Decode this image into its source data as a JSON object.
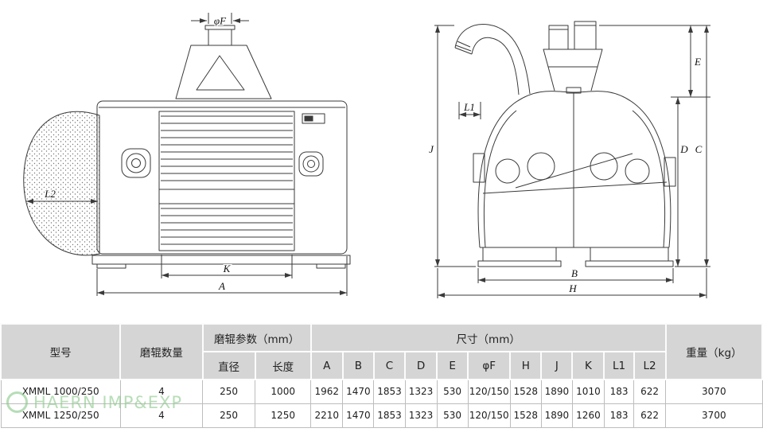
{
  "watermark": {
    "text": "HAERN IMP&EXP"
  },
  "drawings": {
    "side_view": {
      "phiF": "φF",
      "L2": "L2",
      "K": "K",
      "A": "A"
    },
    "front_view": {
      "L1": "L1",
      "J": "J",
      "E": "E",
      "D": "D",
      "C": "C",
      "B": "B",
      "H": "H"
    }
  },
  "table": {
    "headers": {
      "model": "型号",
      "roller_count": "磨辊数量",
      "roller_params": "磨辊参数（mm）",
      "diameter": "直径",
      "length": "长度",
      "dimensions": "尺寸（mm）",
      "dims": [
        "A",
        "B",
        "C",
        "D",
        "E",
        "φF",
        "H",
        "J",
        "K",
        "L1",
        "L2"
      ],
      "weight": "重量（kg）"
    },
    "rows": [
      [
        "XMML 1000/250",
        "4",
        "250",
        "1000",
        "1962",
        "1470",
        "1853",
        "1323",
        "530",
        "120/150",
        "1528",
        "1890",
        "1010",
        "183",
        "622",
        "3070"
      ],
      [
        "XMML 1250/250",
        "4",
        "250",
        "1250",
        "2210",
        "1470",
        "1853",
        "1323",
        "530",
        "120/150",
        "1528",
        "1890",
        "1260",
        "183",
        "622",
        "3700"
      ]
    ]
  }
}
